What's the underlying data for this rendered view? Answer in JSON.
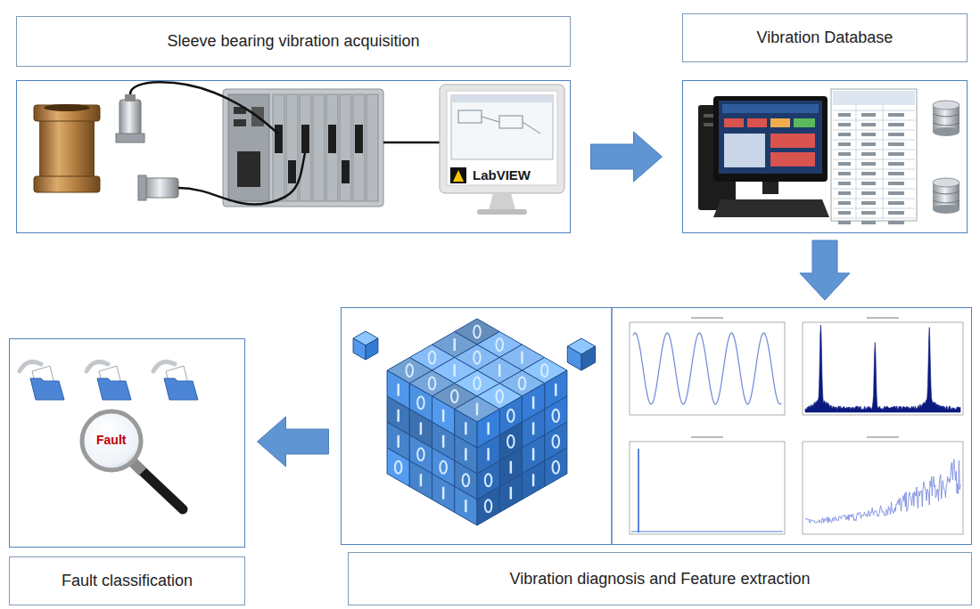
{
  "diagram": {
    "nodes": [
      {
        "text": [
          "Sleeve bearing vibration acquisition"
        ]
      },
      {
        "text": [
          "Vibration Database"
        ]
      },
      {
        "text": [
          "Vibration diagnosis and Feature extraction"
        ]
      },
      {
        "text": [
          "Fault classification"
        ]
      }
    ],
    "edges": [
      {
        "from": 0,
        "to": 1,
        "arrow": "to"
      },
      {
        "from": 1,
        "to": 2,
        "arrow": "to"
      },
      {
        "from": 2,
        "to": 3,
        "arrow": "to"
      }
    ],
    "labels": [
      "LabVIEW",
      "Fault"
    ]
  }
}
